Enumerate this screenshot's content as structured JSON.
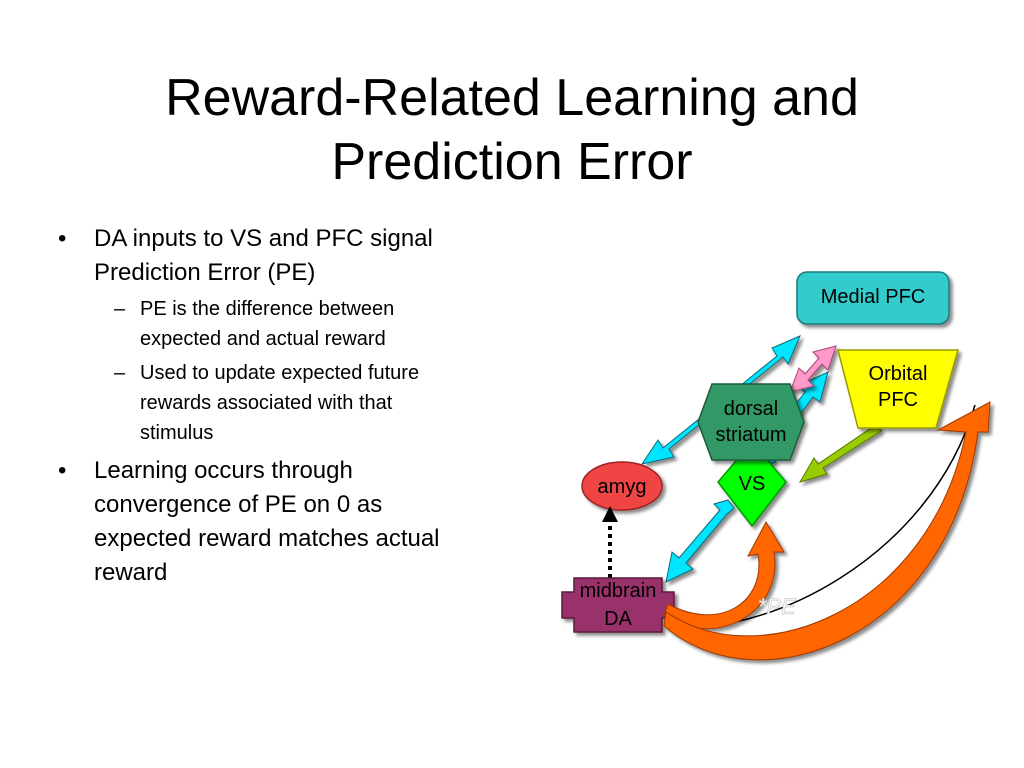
{
  "slide": {
    "title_line1": "Reward-Related Learning and",
    "title_line2": "Prediction Error"
  },
  "bullets": [
    {
      "text_lines": [
        "DA inputs to VS and PFC signal",
        "Prediction Error (PE)"
      ],
      "sub": [
        {
          "text_lines": [
            "PE is the difference between",
            "expected and actual reward"
          ]
        },
        {
          "text_lines": [
            "Used to update expected future",
            "rewards associated with that",
            "stimulus"
          ]
        }
      ]
    },
    {
      "text_lines": [
        "Learning occurs through",
        "convergence of PE on 0 as",
        "expected reward matches actual",
        "reward"
      ]
    }
  ],
  "diagram": {
    "nodes": {
      "medial_pfc": {
        "label": "Medial PFC",
        "color": "#33CCCC"
      },
      "orbital_pfc": {
        "label_lines": [
          "Orbital",
          "PFC"
        ],
        "color": "#FFFF00"
      },
      "dorsal_striatum": {
        "label_lines": [
          "dorsal",
          "striatum"
        ],
        "color": "#339966"
      },
      "vs": {
        "label": "VS",
        "color": "#00FF00"
      },
      "amyg": {
        "label": "amyg",
        "color": "#EF4444"
      },
      "midbrain_da": {
        "label_lines": [
          "midbrain",
          "DA"
        ],
        "color": "#99336A"
      }
    },
    "pe_label": "*PE",
    "colors": {
      "cyan_arrow": "#00E5FF",
      "pink_arrow": "#FF99CC",
      "green_arrow": "#99CC00",
      "orange_arrow": "#FF6600"
    }
  }
}
